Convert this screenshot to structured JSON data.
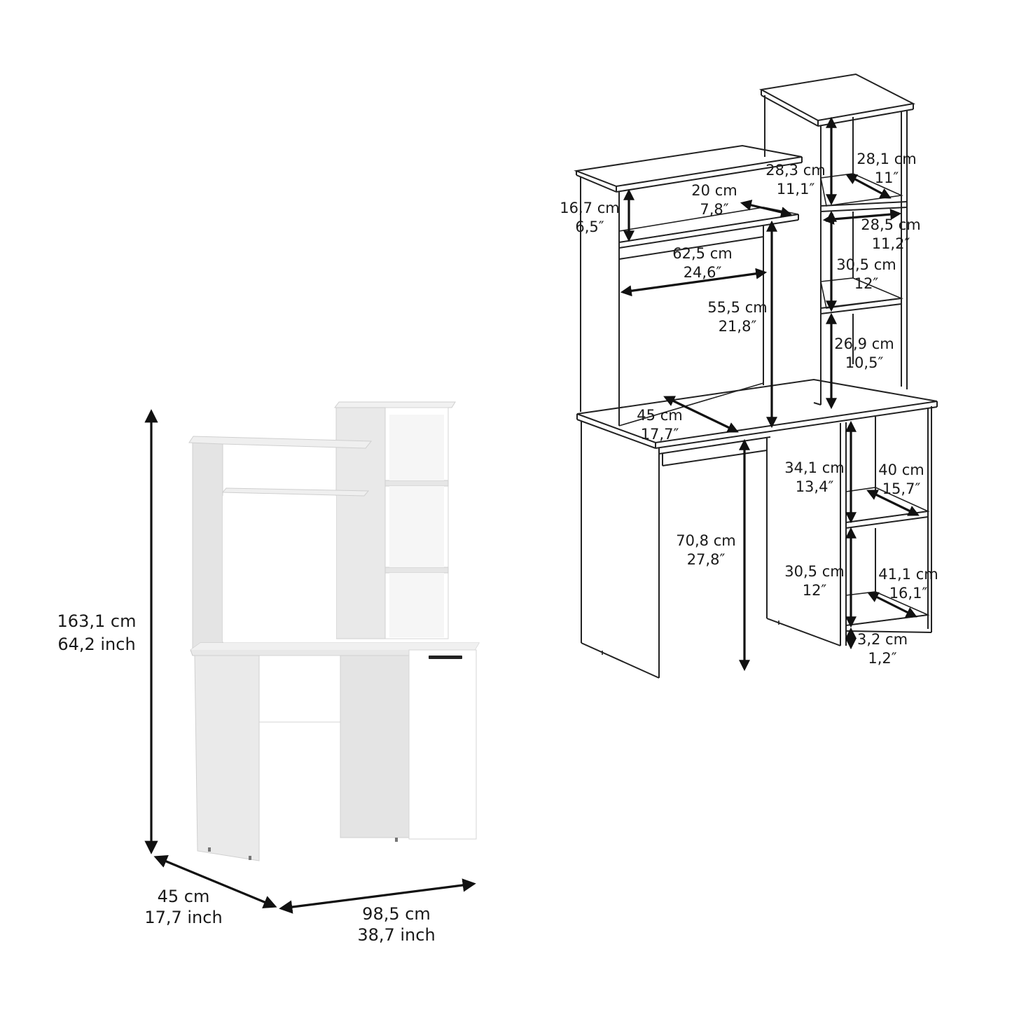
{
  "overall": {
    "height": {
      "cm": "163,1 cm",
      "in": "64,2 inch"
    },
    "depth": {
      "cm": "45 cm",
      "in": "17,7 inch"
    },
    "width": {
      "cm": "98,5 cm",
      "in": "38,7 inch"
    }
  },
  "details": [
    {
      "id": "top-shelf-height",
      "cm": "16,7 cm",
      "in": "6,5″"
    },
    {
      "id": "middle-shelf-depth",
      "cm": "20 cm",
      "in": "7,8″"
    },
    {
      "id": "top-shelf-depth",
      "cm": "28,3 cm",
      "in": "11,1″"
    },
    {
      "id": "tower-top-depth",
      "cm": "28,1 cm",
      "in": "11″"
    },
    {
      "id": "tower-shelf-depth",
      "cm": "28,5 cm",
      "in": "11,2″"
    },
    {
      "id": "hutch-width",
      "cm": "62,5 cm",
      "in": "24,6″"
    },
    {
      "id": "tower-middle-height",
      "cm": "30,5 cm",
      "in": "12″"
    },
    {
      "id": "hutch-height",
      "cm": "55,5 cm",
      "in": "21,8″"
    },
    {
      "id": "tower-bottom-height",
      "cm": "26,9 cm",
      "in": "10,5″"
    },
    {
      "id": "desk-depth",
      "cm": "45 cm",
      "in": "17,7″"
    },
    {
      "id": "cabinet-upper-height",
      "cm": "34,1 cm",
      "in": "13,4″"
    },
    {
      "id": "cabinet-shelf-depth",
      "cm": "40 cm",
      "in": "15,7″"
    },
    {
      "id": "desk-height",
      "cm": "70,8 cm",
      "in": "27,8″"
    },
    {
      "id": "cabinet-lower-height",
      "cm": "30,5 cm",
      "in": "12″"
    },
    {
      "id": "cabinet-bottom-depth",
      "cm": "41,1 cm",
      "in": "16,1″"
    },
    {
      "id": "base-gap",
      "cm": "3,2 cm",
      "in": "1,2″"
    }
  ]
}
